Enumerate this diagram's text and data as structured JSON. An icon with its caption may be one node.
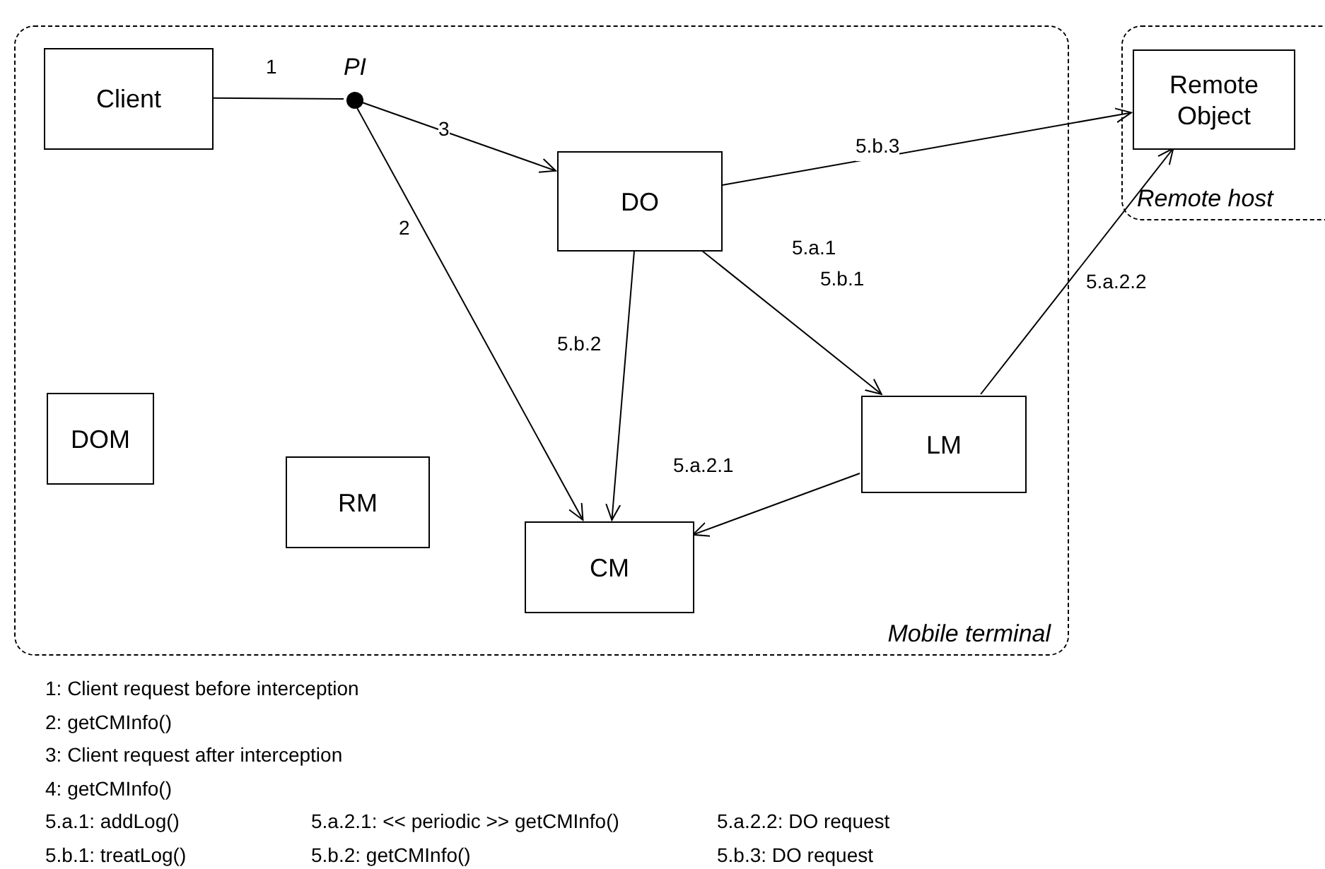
{
  "diagram": {
    "nodes": [
      {
        "text": [
          "Mobile terminal"
        ]
      },
      {
        "text": [
          "Remote host"
        ]
      },
      {
        "text": [
          "Client"
        ],
        "in": 0
      },
      {
        "text": [
          "PI"
        ],
        "in": 0
      },
      {
        "text": [
          "DO"
        ],
        "in": 0
      },
      {
        "text": [
          "DOM"
        ],
        "in": 0
      },
      {
        "text": [
          "RM"
        ],
        "in": 0
      },
      {
        "text": [
          "LM"
        ],
        "in": 0
      },
      {
        "text": [
          "CM"
        ],
        "in": 0
      },
      {
        "text": [
          "Remote Object"
        ],
        "in": 1
      }
    ],
    "edges": [
      {
        "from": 2,
        "to": 3,
        "arrow": "none",
        "label": "1"
      },
      {
        "from": 3,
        "to": 8,
        "arrow": "to",
        "label": "2"
      },
      {
        "from": 3,
        "to": 4,
        "arrow": "to",
        "label": "3"
      },
      {
        "from": 4,
        "to": 9,
        "arrow": "to",
        "label": "5.b.3"
      },
      {
        "from": 4,
        "to": 7,
        "arrow": "to",
        "label": "5.a.1 5.b.1"
      },
      {
        "from": 4,
        "to": 8,
        "arrow": "to",
        "label": "5.b.2"
      },
      {
        "from": 7,
        "to": 8,
        "arrow": "to",
        "label": "5.a.2.1"
      },
      {
        "from": 7,
        "to": 9,
        "arrow": "to",
        "label": "5.a.2.2"
      }
    ],
    "labels": [
      "1: Client request before interception",
      "2: getCMInfo()",
      "3: Client request after interception",
      "4: getCMInfo()",
      "5.a.1: addLog()",
      "5.a.2.1: << periodic >> getCMInfo()",
      "5.a.2.2: DO request",
      "5.b.1: treatLog()",
      "5.b.2: getCMInfo()",
      "5.b.3: DO request"
    ]
  }
}
